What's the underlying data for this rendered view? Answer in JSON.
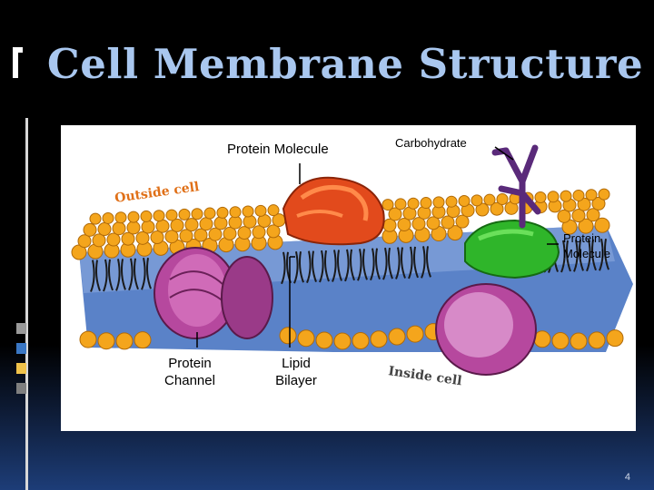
{
  "slide": {
    "title": "Cell Membrane Structure",
    "page_number": "4"
  },
  "diagram": {
    "labels": {
      "protein_molecule_top": "Protein Molecule",
      "carbohydrate": "Carbohydrate",
      "protein_molecule_right_1": "Protein",
      "protein_molecule_right_2": "Molecule",
      "protein_channel_1": "Protein",
      "protein_channel_2": "Channel",
      "lipid_bilayer_1": "Lipid",
      "lipid_bilayer_2": "Bilayer",
      "outside_cell": "Outside cell",
      "inside_cell": "Inside cell"
    },
    "colors": {
      "phospholipid_head": "#f4a51c",
      "interior": "#5a82c8",
      "protein_red": "#e24a1c",
      "protein_green": "#2fb52a",
      "protein_magenta": "#b6489e",
      "carbohydrate": "#5a2a7a"
    }
  }
}
